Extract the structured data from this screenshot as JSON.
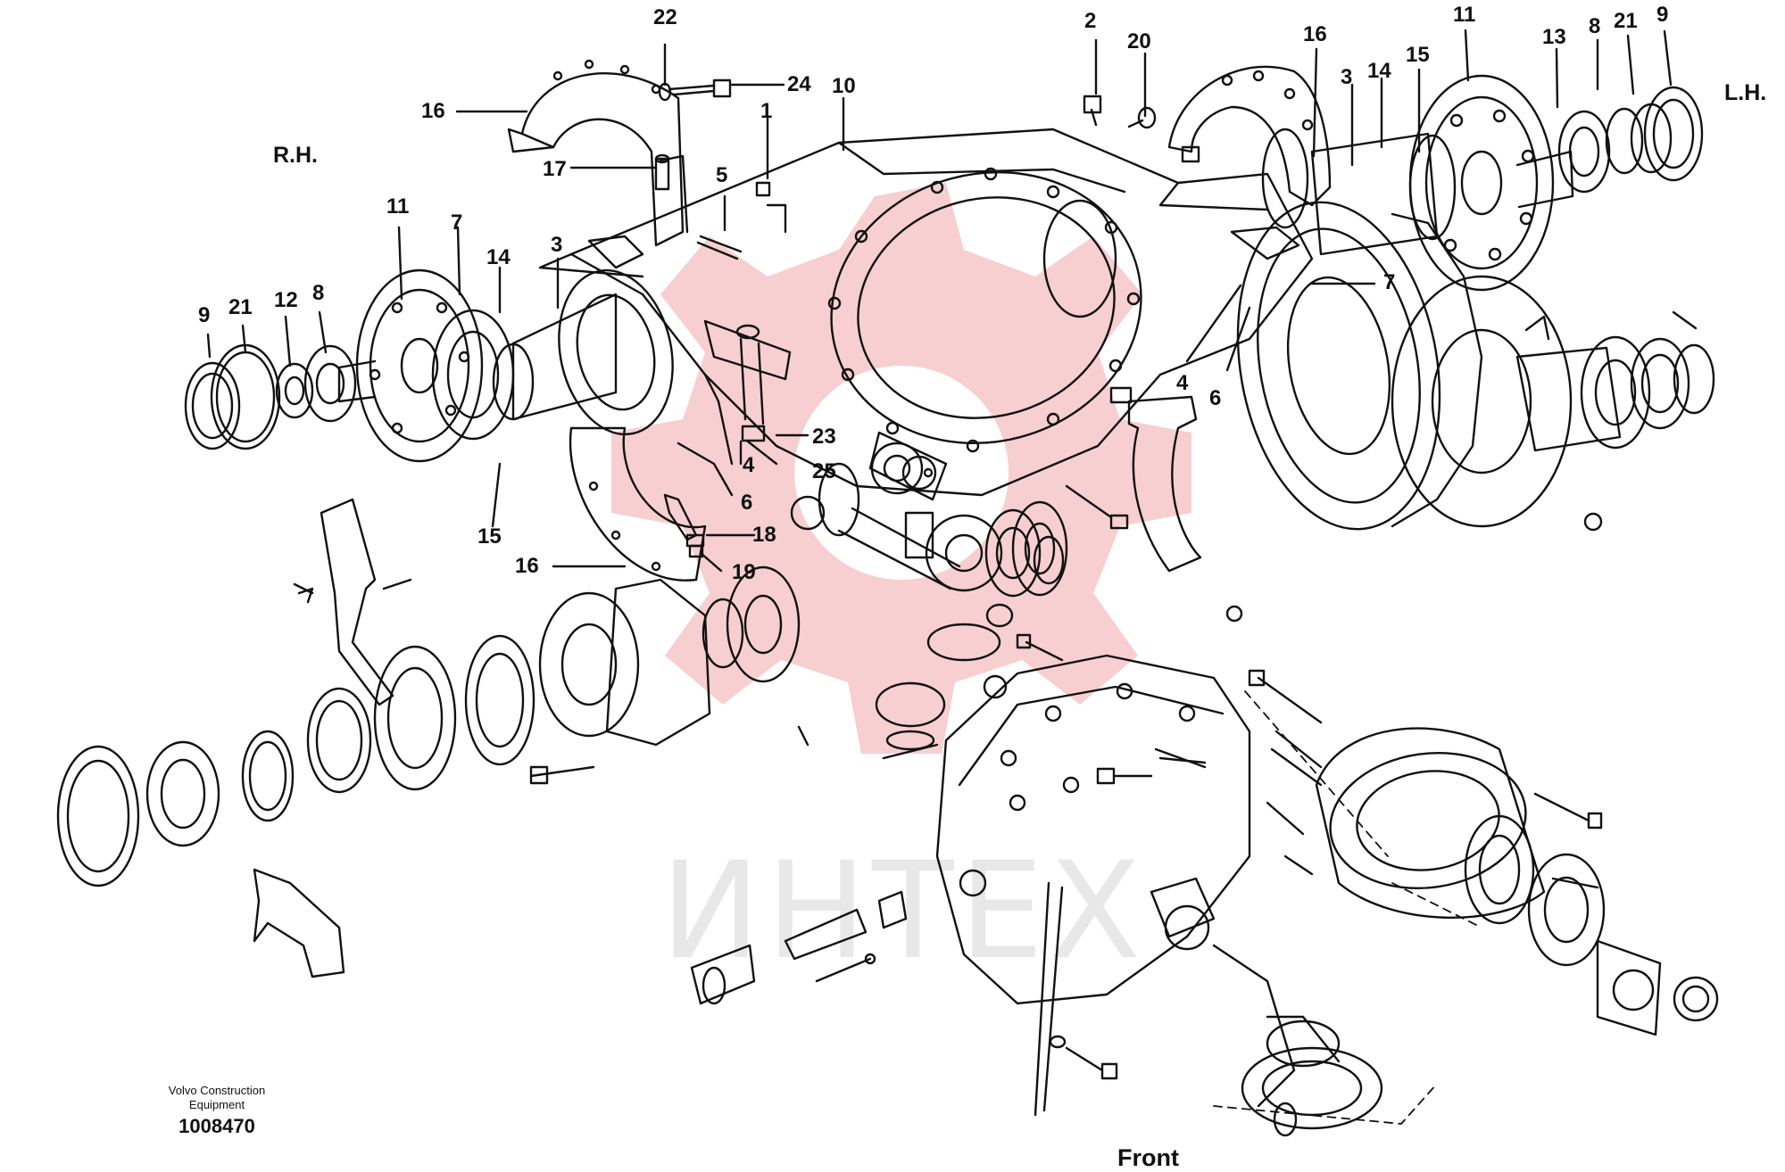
{
  "labels": {
    "side_right": "R.H.",
    "side_left": "L.H.",
    "front": "Front"
  },
  "caption": {
    "maker_line1": "Volvo Construction",
    "maker_line2": "Equipment",
    "code": "1008470"
  },
  "watermark": {
    "text": "ИНТЕХ",
    "color": "#d9262d"
  },
  "callouts": {
    "c22": "22",
    "c24": "24",
    "c10": "10",
    "c16a": "16",
    "c17": "17",
    "c1": "1",
    "c5": "5",
    "c11a": "11",
    "c7a": "7",
    "c14a": "14",
    "c3a": "3",
    "c9a": "9",
    "c21a": "21",
    "c12": "12",
    "c8a": "8",
    "c23": "23",
    "c4a": "4",
    "c25": "25",
    "c6a": "6",
    "c15": "15",
    "c18": "18",
    "c19": "19",
    "c16b": "16",
    "c2": "2",
    "c20": "20",
    "c16c": "16",
    "c3b": "3",
    "c14b": "14",
    "c15b": "15",
    "c11b": "11",
    "c13": "13",
    "c8b": "8",
    "c21b": "21",
    "c9b": "9",
    "c7b": "7",
    "c4b": "4",
    "c6b": "6"
  },
  "colors": {
    "line": "#111111",
    "background": "#ffffff"
  }
}
